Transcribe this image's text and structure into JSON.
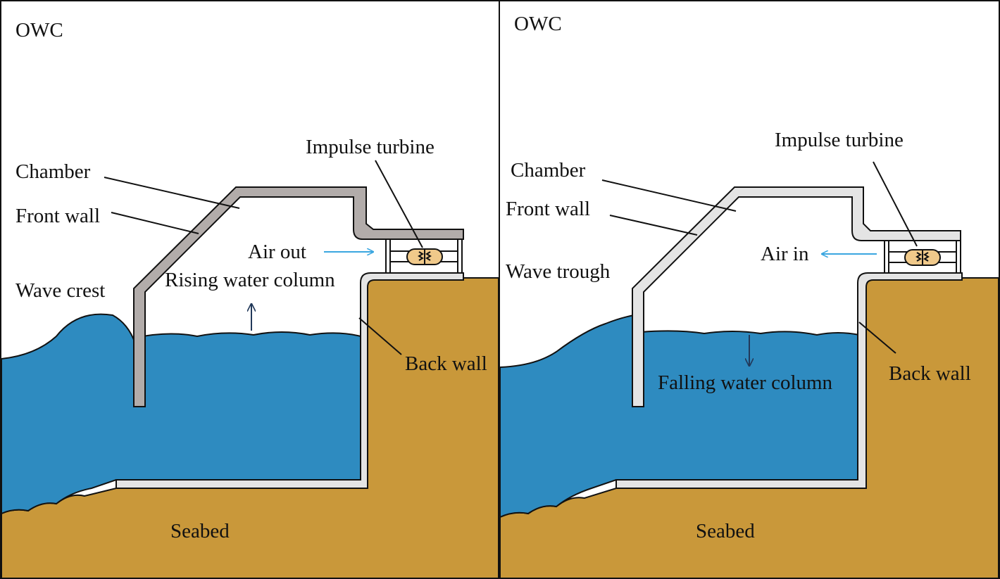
{
  "colors": {
    "water": "#2e8bc0",
    "seabed": "#c9983a",
    "wall_rising": "#b2acaa",
    "wall_falling": "#e4e4e4",
    "air_arrow": "#3aa6e0",
    "water_arrow": "#22395a",
    "turbine": "#f0c98a"
  },
  "panels": [
    {
      "title": "OWC",
      "chamber": "Chamber",
      "front_wall": "Front wall",
      "wave": "Wave crest",
      "turbine": "Impulse turbine",
      "air": "Air out",
      "water_column": "Rising water column",
      "back_wall": "Back wall",
      "seabed": "Seabed"
    },
    {
      "title": "OWC",
      "chamber": "Chamber",
      "front_wall": "Front wall",
      "wave": "Wave trough",
      "turbine": "Impulse turbine",
      "air": "Air in",
      "water_column": "Falling water column",
      "back_wall": "Back wall",
      "seabed": "Seabed"
    }
  ]
}
